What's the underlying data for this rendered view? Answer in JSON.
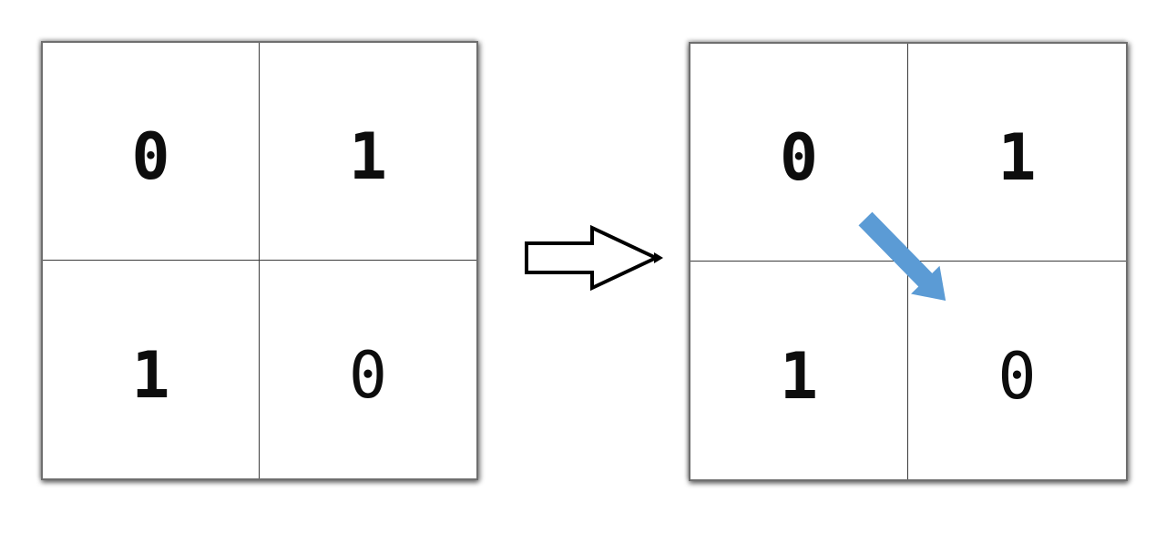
{
  "grids": {
    "left": {
      "rows": [
        [
          "0",
          "1"
        ],
        [
          "1",
          "0"
        ]
      ]
    },
    "right": {
      "rows": [
        [
          "0",
          "1"
        ],
        [
          "1",
          "0"
        ]
      ]
    }
  },
  "icons": {
    "transform_arrow": "right-block-arrow",
    "swap_arrow": "diagonal-down-right-arrow"
  },
  "colors": {
    "swap_arrow_fill": "#5B9BD5",
    "block_arrow_fill": "#ffffff",
    "block_arrow_outline": "#000000",
    "grid_border": "#6f6f6f",
    "grid_inner_line": "#3b3b3b",
    "digit_color": "#0d0d0d"
  }
}
